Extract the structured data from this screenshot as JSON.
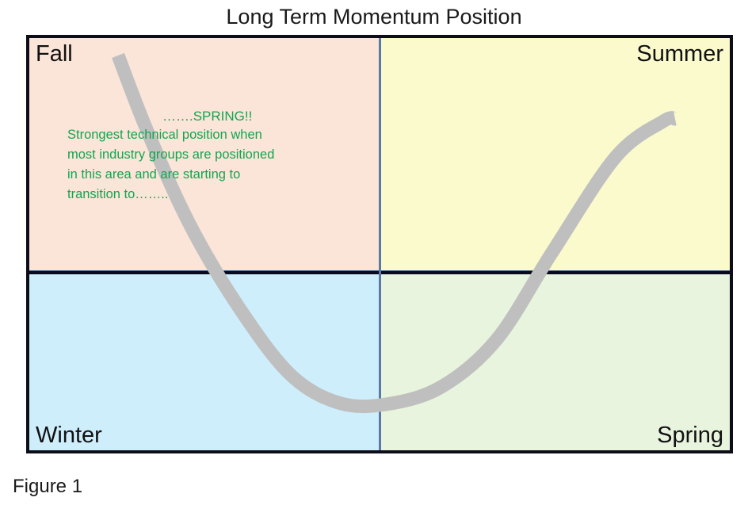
{
  "figure": {
    "title": "Long Term Momentum Position",
    "caption": "Figure 1"
  },
  "quadrants": {
    "fall": {
      "label": "Fall",
      "color": "#fae5d8"
    },
    "summer": {
      "label": "Summer",
      "color": "#fbfacd"
    },
    "winter": {
      "label": "Winter",
      "color": "#cfeefb"
    },
    "spring": {
      "label": "Spring",
      "color": "#e9f4de"
    }
  },
  "annotations": {
    "winter_note": "Strongest technical position when most industry groups are positioned in this area and are starting to transition to……..",
    "spring_note": "…….SPRING!!",
    "note_color": "#13a550"
  },
  "chart_data": {
    "type": "line",
    "title": "Long Term Momentum Position",
    "xlabel": "",
    "ylabel": "",
    "xlim": [
      0,
      892
    ],
    "ylim": [
      0,
      528
    ],
    "grid": false,
    "legend": null,
    "series": [
      {
        "name": "momentum-curve",
        "color": "#bfbfbf",
        "width": 17,
        "points": [
          [
            112,
            22
          ],
          [
            150,
            120
          ],
          [
            205,
            240
          ],
          [
            268,
            345
          ],
          [
            330,
            425
          ],
          [
            390,
            460
          ],
          [
            450,
            462
          ],
          [
            520,
            440
          ],
          [
            590,
            380
          ],
          [
            660,
            270
          ],
          [
            740,
            150
          ],
          [
            800,
            105
          ],
          [
            815,
            102
          ]
        ]
      }
    ],
    "quadrant_divider_x": 446,
    "quadrant_divider_y": 301,
    "quadrant_labels": [
      "Fall",
      "Summer",
      "Winter",
      "Spring"
    ],
    "quadrant_colors": [
      "#fae5d8",
      "#fbfacd",
      "#cfeefb",
      "#e9f4de"
    ],
    "annotations": [
      {
        "text": "Strongest technical position when most industry groups are positioned in this area and are starting to transition to……..",
        "quadrant": "winter",
        "color": "#13a550"
      },
      {
        "text": "…….SPRING!!",
        "quadrant": "spring",
        "color": "#13a550"
      }
    ]
  }
}
